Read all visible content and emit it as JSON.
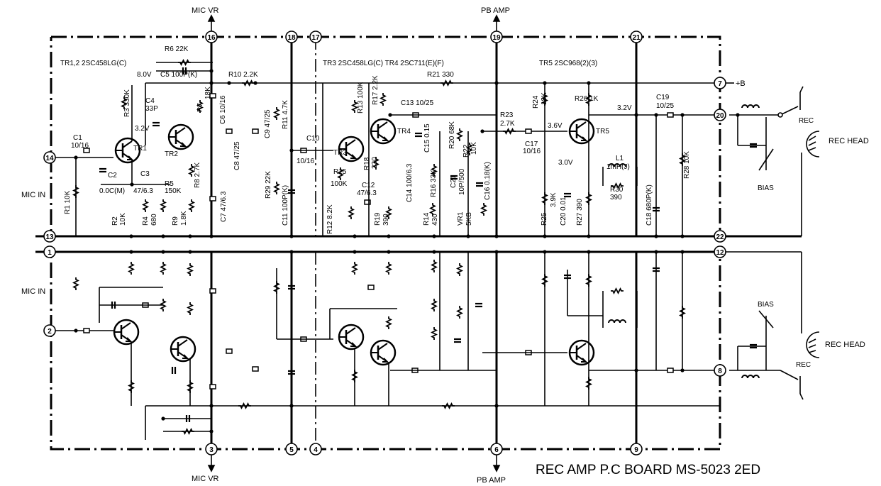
{
  "title": "REC AMP P.C BOARD MS-5023 2ED",
  "header_transistors": {
    "tr12": "TR1,2  2SC458LG(C)",
    "tr34": "TR3  2SC458LG(C)   TR4  2SC711(E)(F)",
    "tr5": "TR5  2SC968(2)(3)"
  },
  "signals": {
    "mic_vr_top": "MIC VR",
    "mic_vr_bottom": "MIC VR",
    "pb_amp_top": "PB AMP",
    "pb_amp_bottom": "PB AMP",
    "mic_in_top": "MIC IN",
    "mic_in_bottom": "MIC IN",
    "plus_b": "+B",
    "rec_head_top": "REC HEAD",
    "rec_head_bottom": "REC HEAD",
    "bias_top": "BIAS",
    "bias_bottom": "BIAS",
    "rec_top": "REC",
    "rec_bottom": "REC"
  },
  "terminals": {
    "t16": "16",
    "t18": "18",
    "t17": "17",
    "t19": "19",
    "t21": "21",
    "t7": "7",
    "t20": "20",
    "t14": "14",
    "t13": "13",
    "t22": "22",
    "t1": "1",
    "t12": "12",
    "t2": "2",
    "t8": "8",
    "t3": "3",
    "t5": "5",
    "t4": "4",
    "t6": "6",
    "t9": "9"
  },
  "components": {
    "c1": "C1",
    "c1v": "10/16",
    "r6": "R6  22K",
    "r3": "R3 330K",
    "c5": "C5 100P(K)",
    "v8": "8.0V",
    "c4": "C4",
    "c4v": "33P",
    "r7": "R7",
    "r7v": "18K",
    "c6": "C6 10/16",
    "r10": "R10 2.2K",
    "r21": "R21 330",
    "c13": "C13 10/25",
    "r13": "R13 100K",
    "r17": "R17 2.2K",
    "r23": "R23",
    "r23v": "2.7K",
    "r24": "R24",
    "r24v": "18K",
    "r26": "R26 1K",
    "c19": "C19",
    "c19v": "10/25",
    "tr1": "TR1",
    "tr2": "TR2",
    "tr3": "TR3",
    "tr4": "TR4",
    "tr5": "TR5",
    "c2": "C2",
    "c2v": "0.0C(M)",
    "c3": "C3",
    "c3v": "47/6.3",
    "r5": "R5",
    "r5v": "150K",
    "r8": "R8 2.7K",
    "c7": "C7 47/6.3",
    "c8": "C8 47/25",
    "c9": "C9 47/25",
    "r11": "R11 4.7K",
    "c10": "C10",
    "c10v": "10/16",
    "r15": "R15",
    "r15v": "100K",
    "r18": "R18",
    "r18v": "330",
    "c15": "C15 0.15",
    "r20": "R20 68K",
    "r22": "R22",
    "r22v": "10K",
    "c17": "C17",
    "c17v": "10/16",
    "l1": "L1",
    "l1v": "1mH(J)",
    "r30": "R30",
    "r30v": "390",
    "r28": "R28 10K",
    "r29": "R29 22K",
    "c11": "C11 100P(K)",
    "c12": "C12",
    "c12v": "47/6.3",
    "c14": "C14 100/6.3",
    "r16": "R16 33K",
    "c21": "C21",
    "c21v": "10P/500",
    "c16": "C16 0.18(K)",
    "r25": "R25",
    "r25v": "3.9K",
    "c20": "C20 0.01",
    "r27": "R27 390",
    "c18": "C18 680P(K)",
    "r1": "R1 10K",
    "r2": "R2",
    "r2v": "10K",
    "r4": "R4",
    "r4v": "680",
    "r9": "R9",
    "r9v": "1.8K",
    "r12": "R12 8.2K",
    "r19": "R19",
    "r19v": "390",
    "r14": "R14",
    "r14v": "430",
    "vr1": "VR1",
    "vr1v": "5KB",
    "v32a": "3.2V",
    "v32b": "3.2V",
    "v36": "3.6V",
    "v30": "3.0V"
  }
}
